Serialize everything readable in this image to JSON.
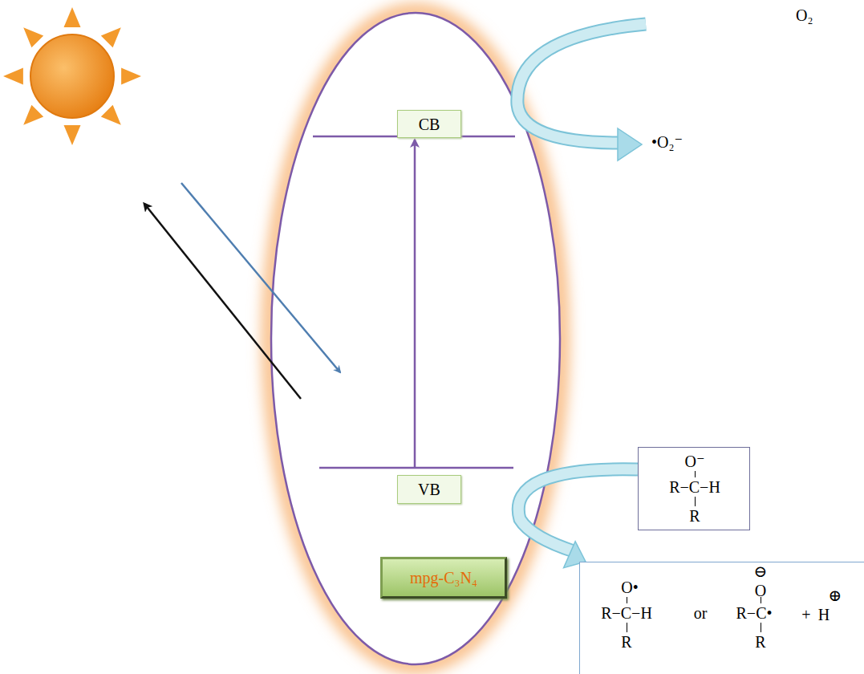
{
  "diagram": {
    "nodes": [
      {
        "text": [
          "CB"
        ]
      },
      {
        "text": [
          "VB"
        ]
      },
      {
        "text": [
          "O⁻",
          "R−C−H",
          "R"
        ]
      },
      {
        "text": [
          "mpg-C₃N₄"
        ]
      },
      {
        "text": [
          "O•",
          "R−C−H",
          "R",
          "or",
          "⊖",
          "O",
          "R−C•",
          "R",
          "+",
          "H",
          "⊕"
        ]
      }
    ],
    "edges": [
      {
        "from": 2,
        "to": 4,
        "arrow": "to"
      }
    ],
    "labels": [
      "O₂",
      "•O₂⁻"
    ]
  }
}
